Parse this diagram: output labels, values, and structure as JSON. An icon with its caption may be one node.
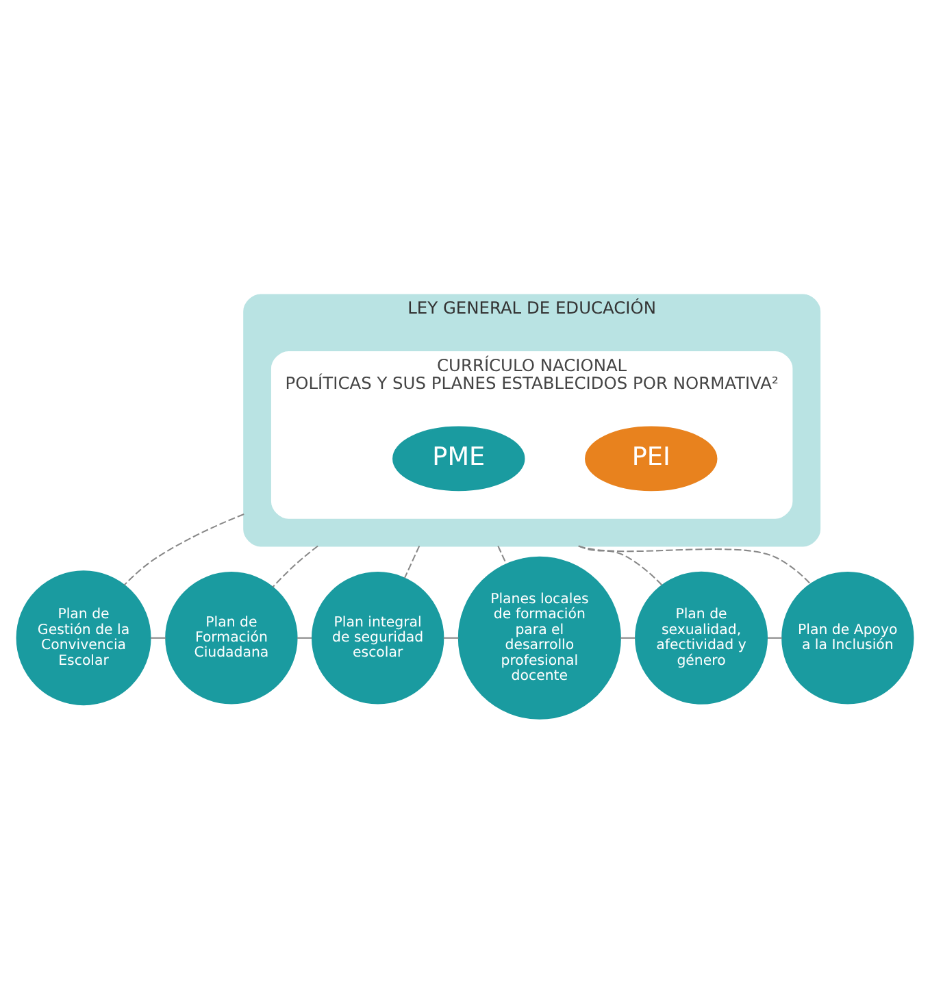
{
  "diagram": {
    "nodes": [
      {
        "text": [
          "LEY GENERAL DE EDUCACIÓN"
        ]
      },
      {
        "text": [
          "CURRÍCULO NACIONAL",
          "POLÍTICAS Y SUS PLANES ESTABLECIDOS POR NORMATIVA²"
        ],
        "in": 0
      },
      {
        "text": [
          "PEI"
        ],
        "in": 1
      },
      {
        "text": [
          "PME"
        ],
        "in": 1
      },
      {
        "text": [
          "Plan de Gestión de la Convivencia Escolar"
        ]
      },
      {
        "text": [
          "Plan de Formación Ciudadana"
        ]
      },
      {
        "text": [
          "Plan integral de seguridad escolar"
        ]
      },
      {
        "text": [
          "Planes locales de formación para el desarrollo profesional docente"
        ]
      },
      {
        "text": [
          "Plan de sexualidad, afectividad y género"
        ]
      },
      {
        "text": [
          "Plan de Apoyo a la Inclusión"
        ]
      }
    ],
    "edges": [
      {
        "from": 0,
        "to": 4,
        "arrow": "none",
        "style": "dashed"
      },
      {
        "from": 0,
        "to": 5,
        "arrow": "none",
        "style": "dashed"
      },
      {
        "from": 0,
        "to": 6,
        "arrow": "none",
        "style": "dashed"
      },
      {
        "from": 0,
        "to": 7,
        "arrow": "none",
        "style": "dashed"
      },
      {
        "from": 0,
        "to": 8,
        "arrow": "none",
        "style": "dashed"
      },
      {
        "from": 0,
        "to": 9,
        "arrow": "none",
        "style": "dashed"
      },
      {
        "from": 4,
        "to": 5,
        "arrow": "none"
      },
      {
        "from": 5,
        "to": 6,
        "arrow": "none"
      },
      {
        "from": 6,
        "to": 7,
        "arrow": "none"
      },
      {
        "from": 7,
        "to": 8,
        "arrow": "none"
      },
      {
        "from": 8,
        "to": 9,
        "arrow": "none"
      }
    ]
  }
}
